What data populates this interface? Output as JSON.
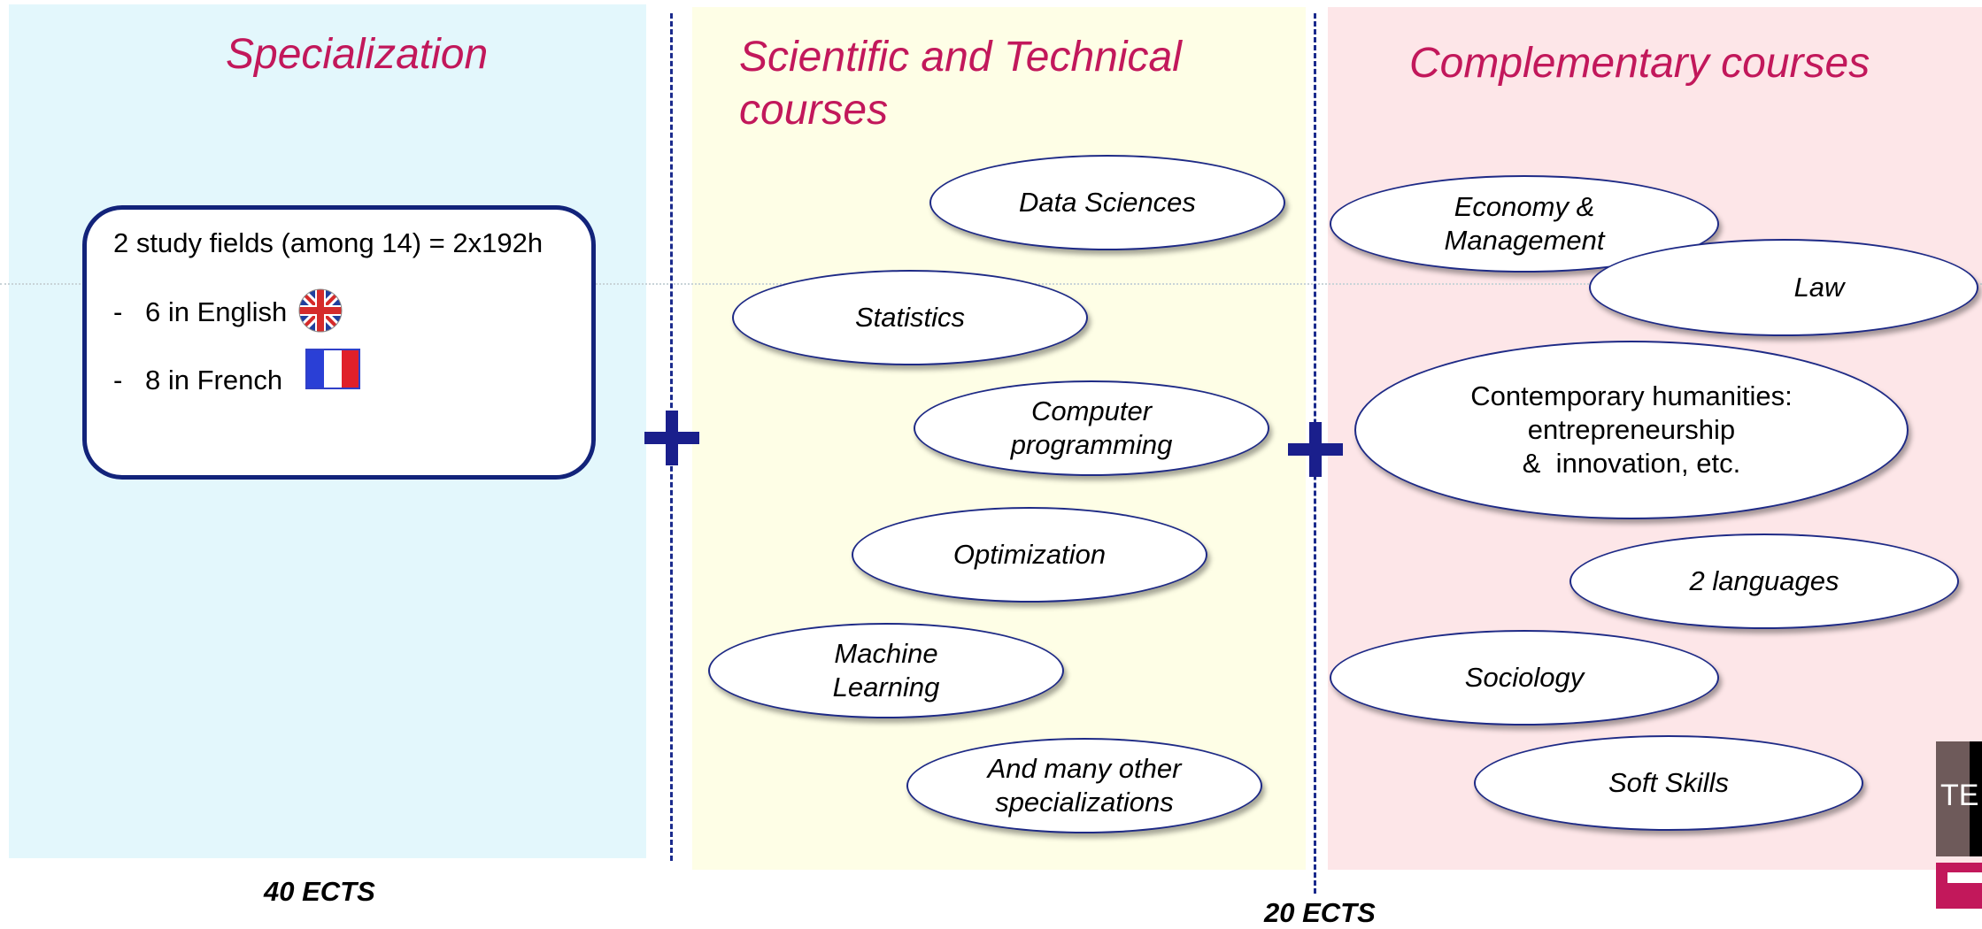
{
  "columns": {
    "specialization": {
      "title": "Specialization",
      "box": {
        "line1": "2 study fields (among 14) = 2x192h",
        "dash1": "-",
        "english": "6 in English",
        "dash2": "-",
        "french": "8 in French"
      },
      "ects": "40 ECTS"
    },
    "scientific": {
      "title_line1": "Scientific and Technical",
      "title_line2": "courses",
      "items": [
        {
          "line1": "Data Sciences",
          "line2": ""
        },
        {
          "line1": "Statistics",
          "line2": ""
        },
        {
          "line1": "Computer",
          "line2": "programming"
        },
        {
          "line1": "Optimization",
          "line2": ""
        },
        {
          "line1": "Machine",
          "line2": "Learning"
        },
        {
          "line1": "And many other",
          "line2": "specializations"
        }
      ]
    },
    "complementary": {
      "title": "Complementary courses",
      "items": [
        {
          "line1": "Economy &",
          "line2": "Management"
        },
        {
          "line1": "Law",
          "line2": ""
        },
        {
          "line1": "Contemporary humanities:",
          "line2": "entrepreneurship",
          "line3": "&  innovation, etc."
        },
        {
          "line1": "2 languages",
          "line2": ""
        },
        {
          "line1": "Sociology",
          "line2": ""
        },
        {
          "line1": "Soft Skills",
          "line2": ""
        }
      ]
    }
  },
  "ects_right": "20 ECTS",
  "logo_text": "TE",
  "colors": {
    "title": "#c2185b",
    "blue_panel": "#e3f7fc",
    "yellow_panel": "#fefee6",
    "pink_panel": "#fde6e8",
    "outline": "#1e2a86",
    "plus": "#1a1f8c"
  },
  "icons": [
    "uk-flag-icon",
    "france-flag-icon",
    "plus-icon"
  ]
}
